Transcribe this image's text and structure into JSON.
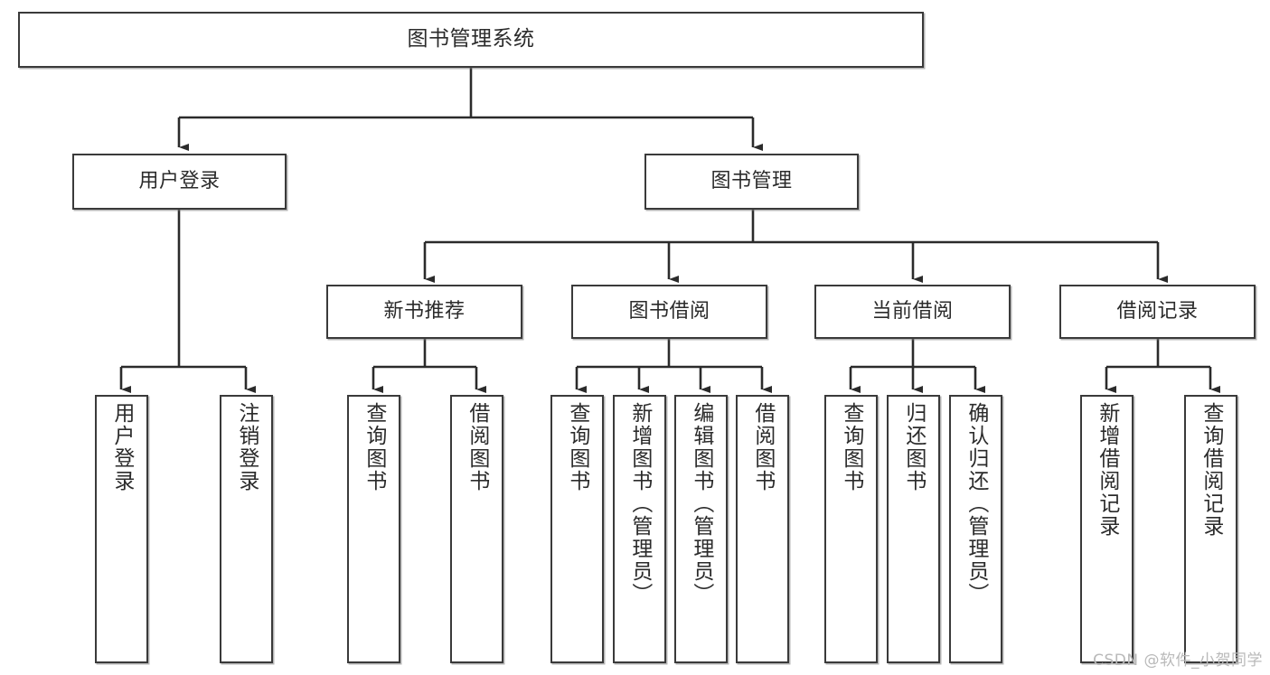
{
  "diagram": {
    "title": "图书管理系统",
    "type": "tree",
    "colors": {
      "box_border": "#3a3a3a",
      "box_fill": "#ffffff",
      "line": "#2b2b2b",
      "text": "#2b2b2b",
      "watermark": "#b9b9b9",
      "background": "#ffffff"
    },
    "root": {
      "label": "图书管理系统"
    },
    "level1": [
      {
        "label": "用户登录"
      },
      {
        "label": "图书管理"
      }
    ],
    "level2": [
      {
        "label": "新书推荐"
      },
      {
        "label": "图书借阅"
      },
      {
        "label": "当前借阅"
      },
      {
        "label": "借阅记录"
      }
    ],
    "leaves": {
      "user_login": [
        {
          "label": "用户登录"
        },
        {
          "label": "注销登录"
        }
      ],
      "new_book_recommend": [
        {
          "label": "查询图书"
        },
        {
          "label": "借阅图书"
        }
      ],
      "book_borrow": [
        {
          "label": "查询图书"
        },
        {
          "label": "新增图书（管理员）"
        },
        {
          "label": "编辑图书（管理员）"
        },
        {
          "label": "借阅图书"
        }
      ],
      "current_borrow": [
        {
          "label": "查询图书"
        },
        {
          "label": "归还图书"
        },
        {
          "label": "确认归还（管理员）"
        }
      ],
      "borrow_records": [
        {
          "label": "新增借阅记录"
        },
        {
          "label": "查询借阅记录"
        }
      ]
    },
    "watermark": "CSDN @软件_小贺同学"
  }
}
